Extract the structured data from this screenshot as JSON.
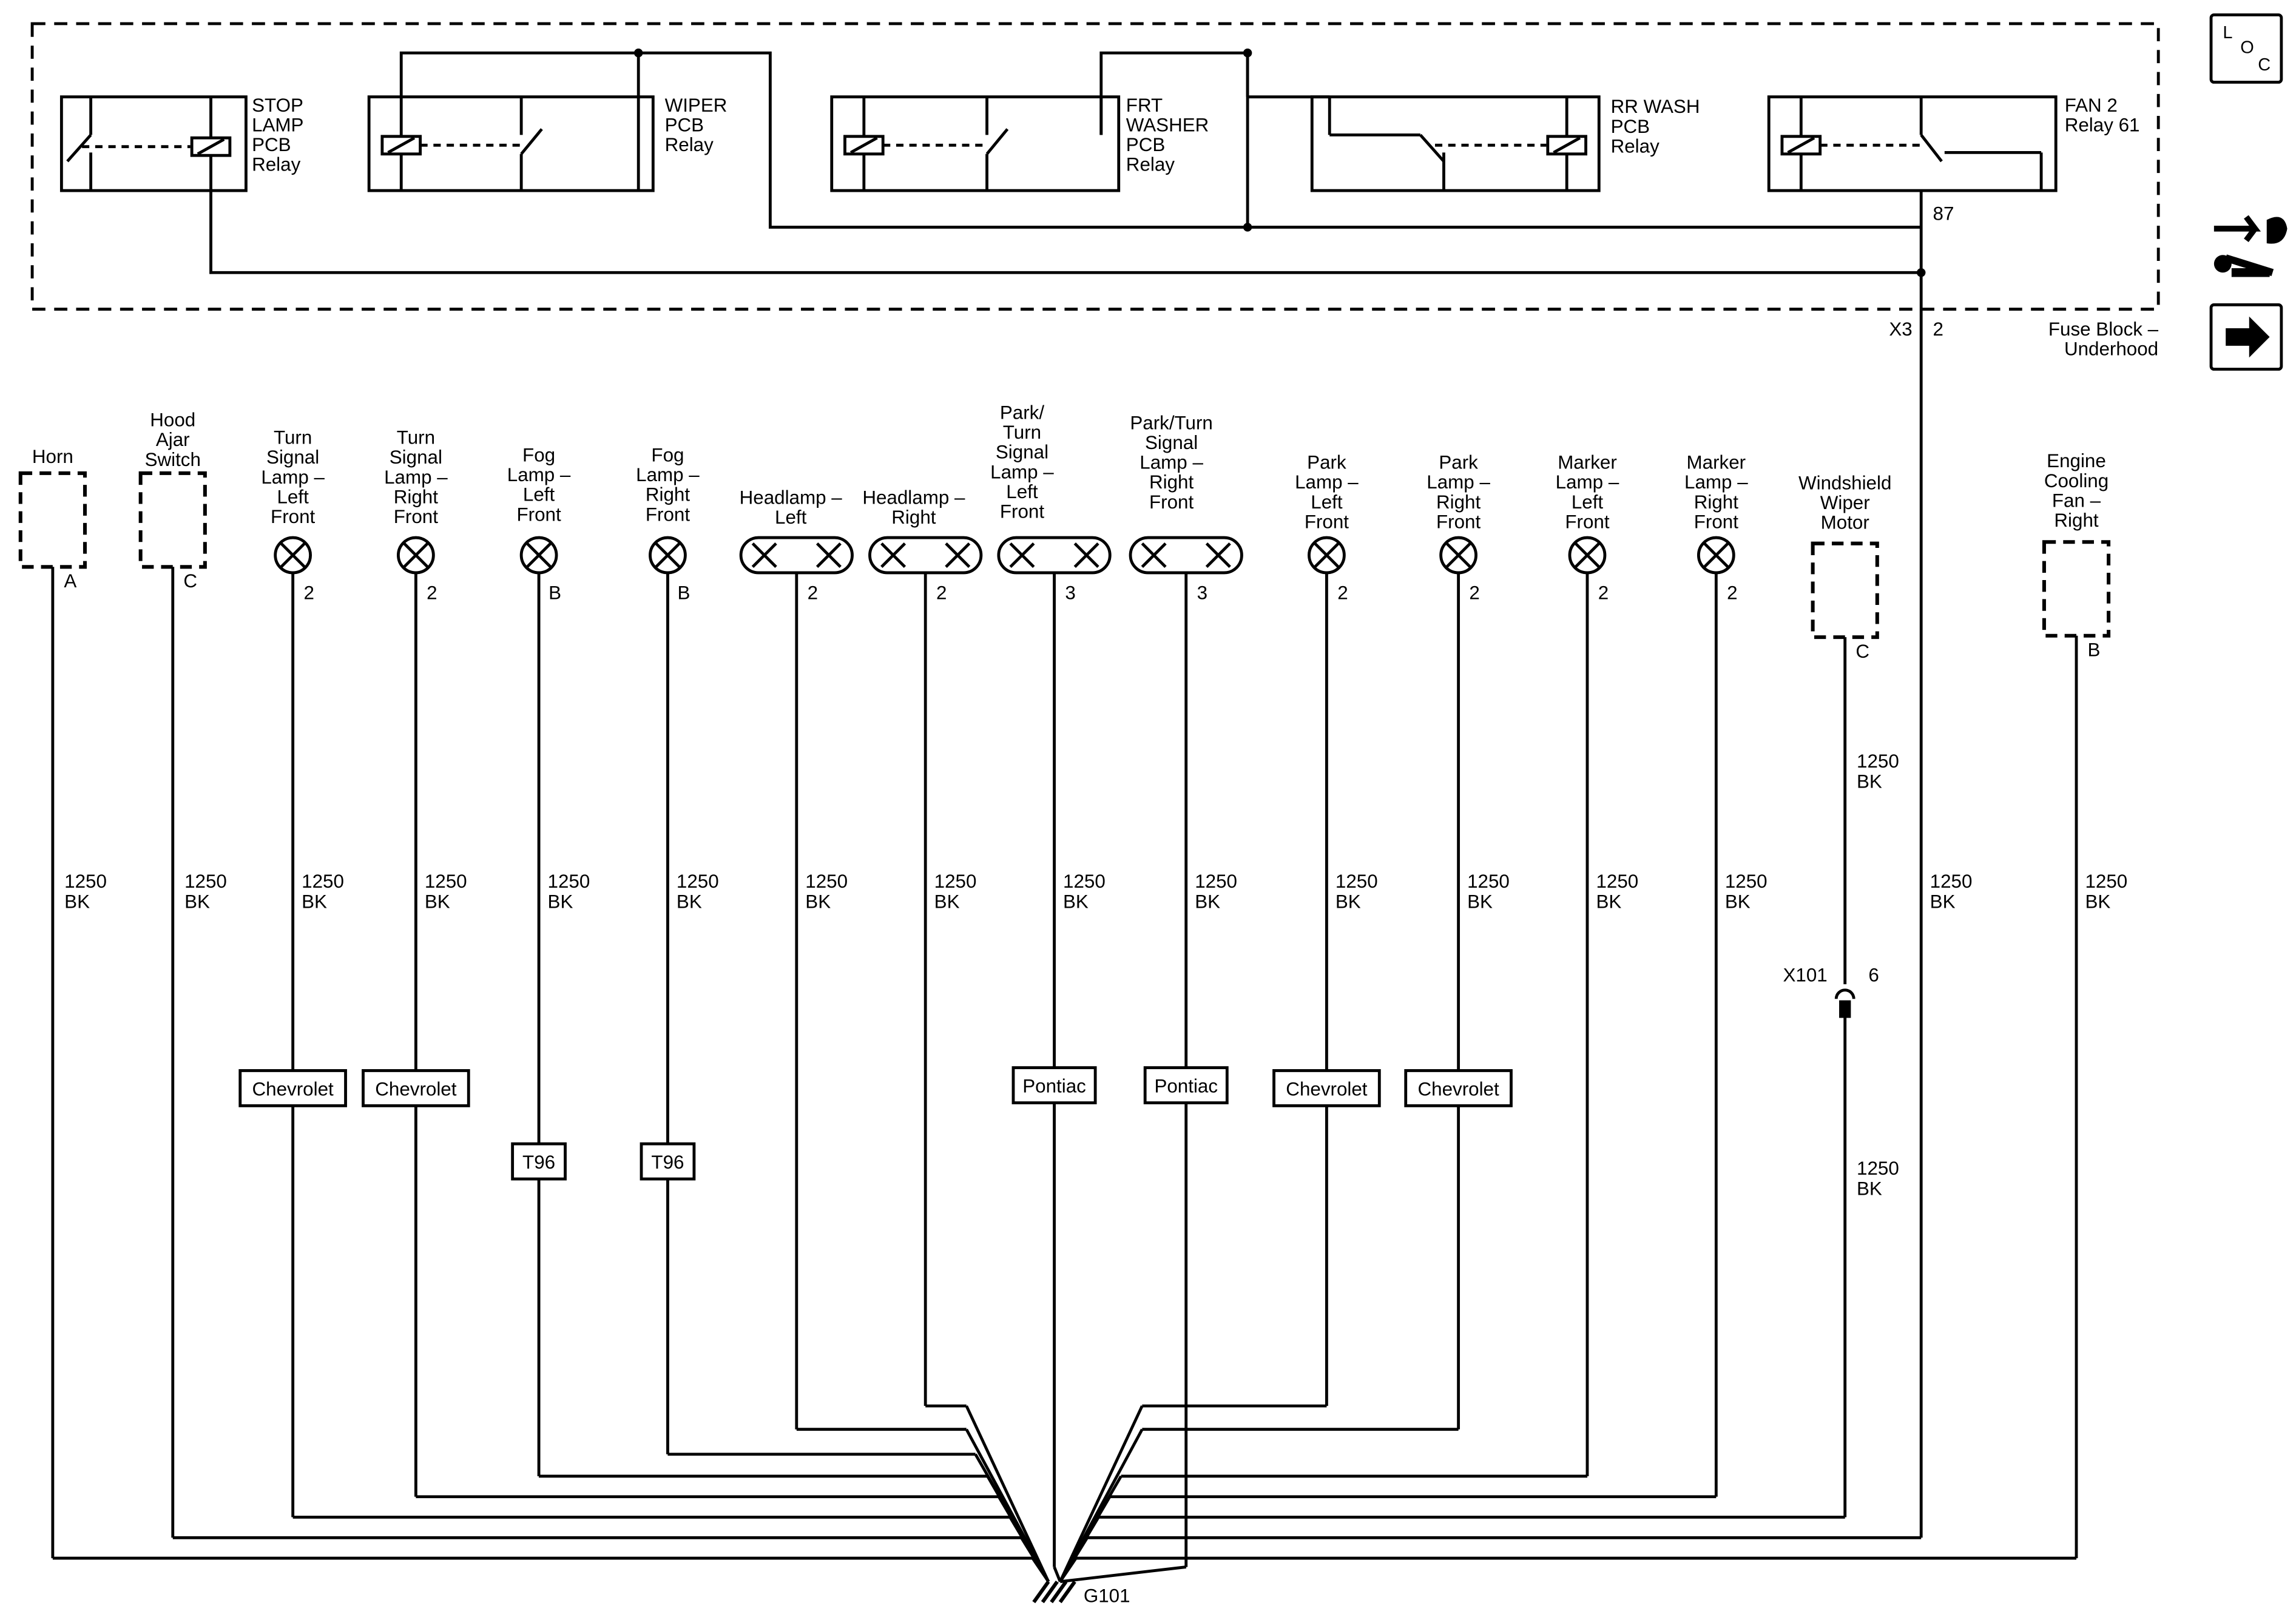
{
  "fuse_block": {
    "label": [
      "Fuse Block –",
      "Underhood"
    ],
    "connector": "X3",
    "pin": "2",
    "relays": [
      {
        "id": "stop",
        "label": [
          "STOP",
          "LAMP",
          "PCB",
          "Relay"
        ]
      },
      {
        "id": "wiper",
        "label": [
          "WIPER",
          "PCB",
          "Relay"
        ]
      },
      {
        "id": "frt-washer",
        "label": [
          "FRT",
          "WASHER",
          "PCB",
          "Relay"
        ]
      },
      {
        "id": "rr-wash",
        "label": [
          "RR WASH",
          "PCB",
          "Relay"
        ]
      },
      {
        "id": "fan2",
        "label": [
          "FAN 2",
          "Relay 61"
        ],
        "terminal": "87"
      }
    ]
  },
  "nav_icons": [
    {
      "name": "loc-icon",
      "letters": [
        "L",
        "O",
        "C"
      ]
    },
    {
      "name": "system-wrench-icon"
    },
    {
      "name": "next-arrow-icon"
    }
  ],
  "components": [
    {
      "id": "horn",
      "label": [
        "Horn"
      ],
      "type": "dashed-box",
      "pin": "A",
      "wire": [
        "1250",
        "BK"
      ]
    },
    {
      "id": "hood-ajar-switch",
      "label": [
        "Hood",
        "Ajar",
        "Switch"
      ],
      "type": "dashed-box",
      "pin": "C",
      "wire": [
        "1250",
        "BK"
      ]
    },
    {
      "id": "turn-signal-left-front",
      "label": [
        "Turn",
        "Signal",
        "Lamp –",
        "Left",
        "Front"
      ],
      "type": "lamp",
      "pin": "2",
      "wire": [
        "1250",
        "BK"
      ],
      "option": "Chevrolet"
    },
    {
      "id": "turn-signal-right-front",
      "label": [
        "Turn",
        "Signal",
        "Lamp –",
        "Right",
        "Front"
      ],
      "type": "lamp",
      "pin": "2",
      "wire": [
        "1250",
        "BK"
      ],
      "option": "Chevrolet"
    },
    {
      "id": "fog-lamp-left-front",
      "label": [
        "Fog",
        "Lamp –",
        "Left",
        "Front"
      ],
      "type": "lamp",
      "pin": "B",
      "wire": [
        "1250",
        "BK"
      ],
      "option": "T96"
    },
    {
      "id": "fog-lamp-right-front",
      "label": [
        "Fog",
        "Lamp –",
        "Right",
        "Front"
      ],
      "type": "lamp",
      "pin": "B",
      "wire": [
        "1250",
        "BK"
      ],
      "option": "T96"
    },
    {
      "id": "headlamp-left",
      "label": [
        "Headlamp –",
        "Left"
      ],
      "type": "double-lamp",
      "pin": "2",
      "wire": [
        "1250",
        "BK"
      ]
    },
    {
      "id": "headlamp-right",
      "label": [
        "Headlamp –",
        "Right"
      ],
      "type": "double-lamp",
      "pin": "2",
      "wire": [
        "1250",
        "BK"
      ]
    },
    {
      "id": "park-turn-left-front",
      "label": [
        "Park/",
        "Turn",
        "Signal",
        "Lamp –",
        "Left",
        "Front"
      ],
      "type": "double-lamp",
      "pin": "3",
      "wire": [
        "1250",
        "BK"
      ],
      "option": "Pontiac"
    },
    {
      "id": "park-turn-right-front",
      "label": [
        "Park/Turn",
        "Signal",
        "Lamp –",
        "Right",
        "Front"
      ],
      "type": "double-lamp",
      "pin": "3",
      "wire": [
        "1250",
        "BK"
      ],
      "option": "Pontiac"
    },
    {
      "id": "park-lamp-left-front",
      "label": [
        "Park",
        "Lamp –",
        "Left",
        "Front"
      ],
      "type": "lamp",
      "pin": "2",
      "wire": [
        "1250",
        "BK"
      ],
      "option": "Chevrolet"
    },
    {
      "id": "park-lamp-right-front",
      "label": [
        "Park",
        "Lamp –",
        "Right",
        "Front"
      ],
      "type": "lamp",
      "pin": "2",
      "wire": [
        "1250",
        "BK"
      ],
      "option": "Chevrolet"
    },
    {
      "id": "marker-lamp-left-front",
      "label": [
        "Marker",
        "Lamp –",
        "Left",
        "Front"
      ],
      "type": "lamp",
      "pin": "2",
      "wire": [
        "1250",
        "BK"
      ]
    },
    {
      "id": "marker-lamp-right-front",
      "label": [
        "Marker",
        "Lamp –",
        "Right",
        "Front"
      ],
      "type": "lamp",
      "pin": "2",
      "wire": [
        "1250",
        "BK"
      ]
    },
    {
      "id": "windshield-wiper-motor",
      "label": [
        "Windshield",
        "Wiper",
        "Motor"
      ],
      "type": "dashed-box",
      "pin": "C",
      "wire": [
        "1250",
        "BK"
      ],
      "inline": {
        "name": "X101",
        "pin": "6"
      },
      "wire_below": [
        "1250",
        "BK"
      ]
    },
    {
      "id": "fuse-block-x3",
      "type": "fuse-wire",
      "wire": [
        "1250",
        "BK"
      ]
    },
    {
      "id": "engine-cooling-fan-right",
      "label": [
        "Engine",
        "Cooling",
        "Fan –",
        "Right"
      ],
      "type": "dashed-box",
      "pin": "B",
      "wire": [
        "1250",
        "BK"
      ]
    }
  ],
  "ground": {
    "label": "G101"
  }
}
